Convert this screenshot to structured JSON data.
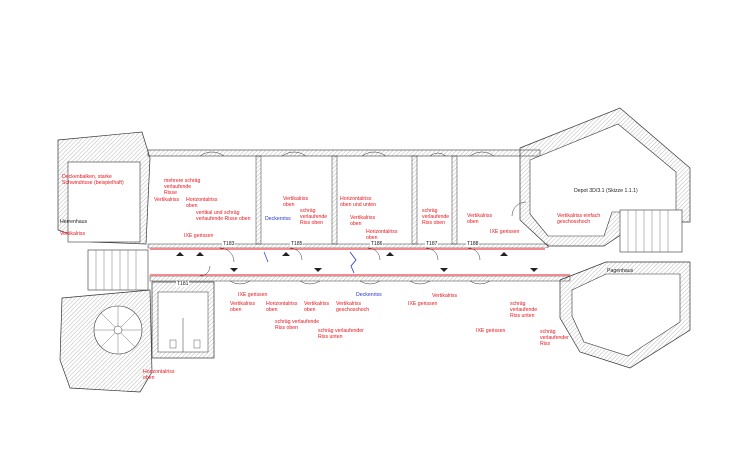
{
  "places": {
    "herrenhaus": "Herrenhaus",
    "pagenhaus": "Pagenhaus",
    "depot": "Depot 3D/3.1 (Skizze 1.1.1)"
  },
  "rooms": [
    "T183",
    "T185",
    "T186",
    "T187",
    "T188",
    "T181"
  ],
  "colors": {
    "damage": "#e8141b",
    "ceiling": "#2233cc",
    "wall": "#222222",
    "hatch": "#8a8a8a"
  },
  "annotations": {
    "a1": "Deckenbalken, starke\nSchwindrisse (beispielhaft)",
    "a2": "Vertikalriss",
    "a3": "mehrere schräg\nverlaufende\nRisse",
    "a4": "Vertikalriss",
    "a5": "Horizontalriss\noben",
    "a6": "vertikal und schräg\nverlaufende Risse oben",
    "a7": "IXE gerissen",
    "a8": "Deckenriss",
    "a9": "Vertikalriss\noben",
    "a10": "schräg\nverlaufende\nRiss oben",
    "a11": "Horizontalriss\noben und unten",
    "a12": "Vertikalriss\noben",
    "a13": "Horizontalriss\noben",
    "a14": "schräg\nverlaufende\nRiss oben",
    "a15": "Vertikalriss\noben",
    "a16": "IXE gerissen",
    "a17": "Vertikalriss einfach\ngeschosshoch",
    "a18": "Vertikalriss\noben",
    "a19": "IXE gerissen",
    "a20": "Horizontalriss\noben",
    "a21": "Vertikalriss\noben",
    "a22": "schräg verlaufende\nRiss oben",
    "a23": "schräg verlaufender\nRiss unten",
    "a24": "Vertikalriss\ngeschosshoch",
    "a25": "Deckenriss",
    "a26": "IXE gerissen",
    "a27": "Vertikalriss",
    "a28": "schräg\nverlaufende\nRiss unten",
    "a29": "IXE gerissen",
    "a30": "schräg\nverlaufender\nRiss",
    "a31": "Horizontalriss\noben"
  }
}
